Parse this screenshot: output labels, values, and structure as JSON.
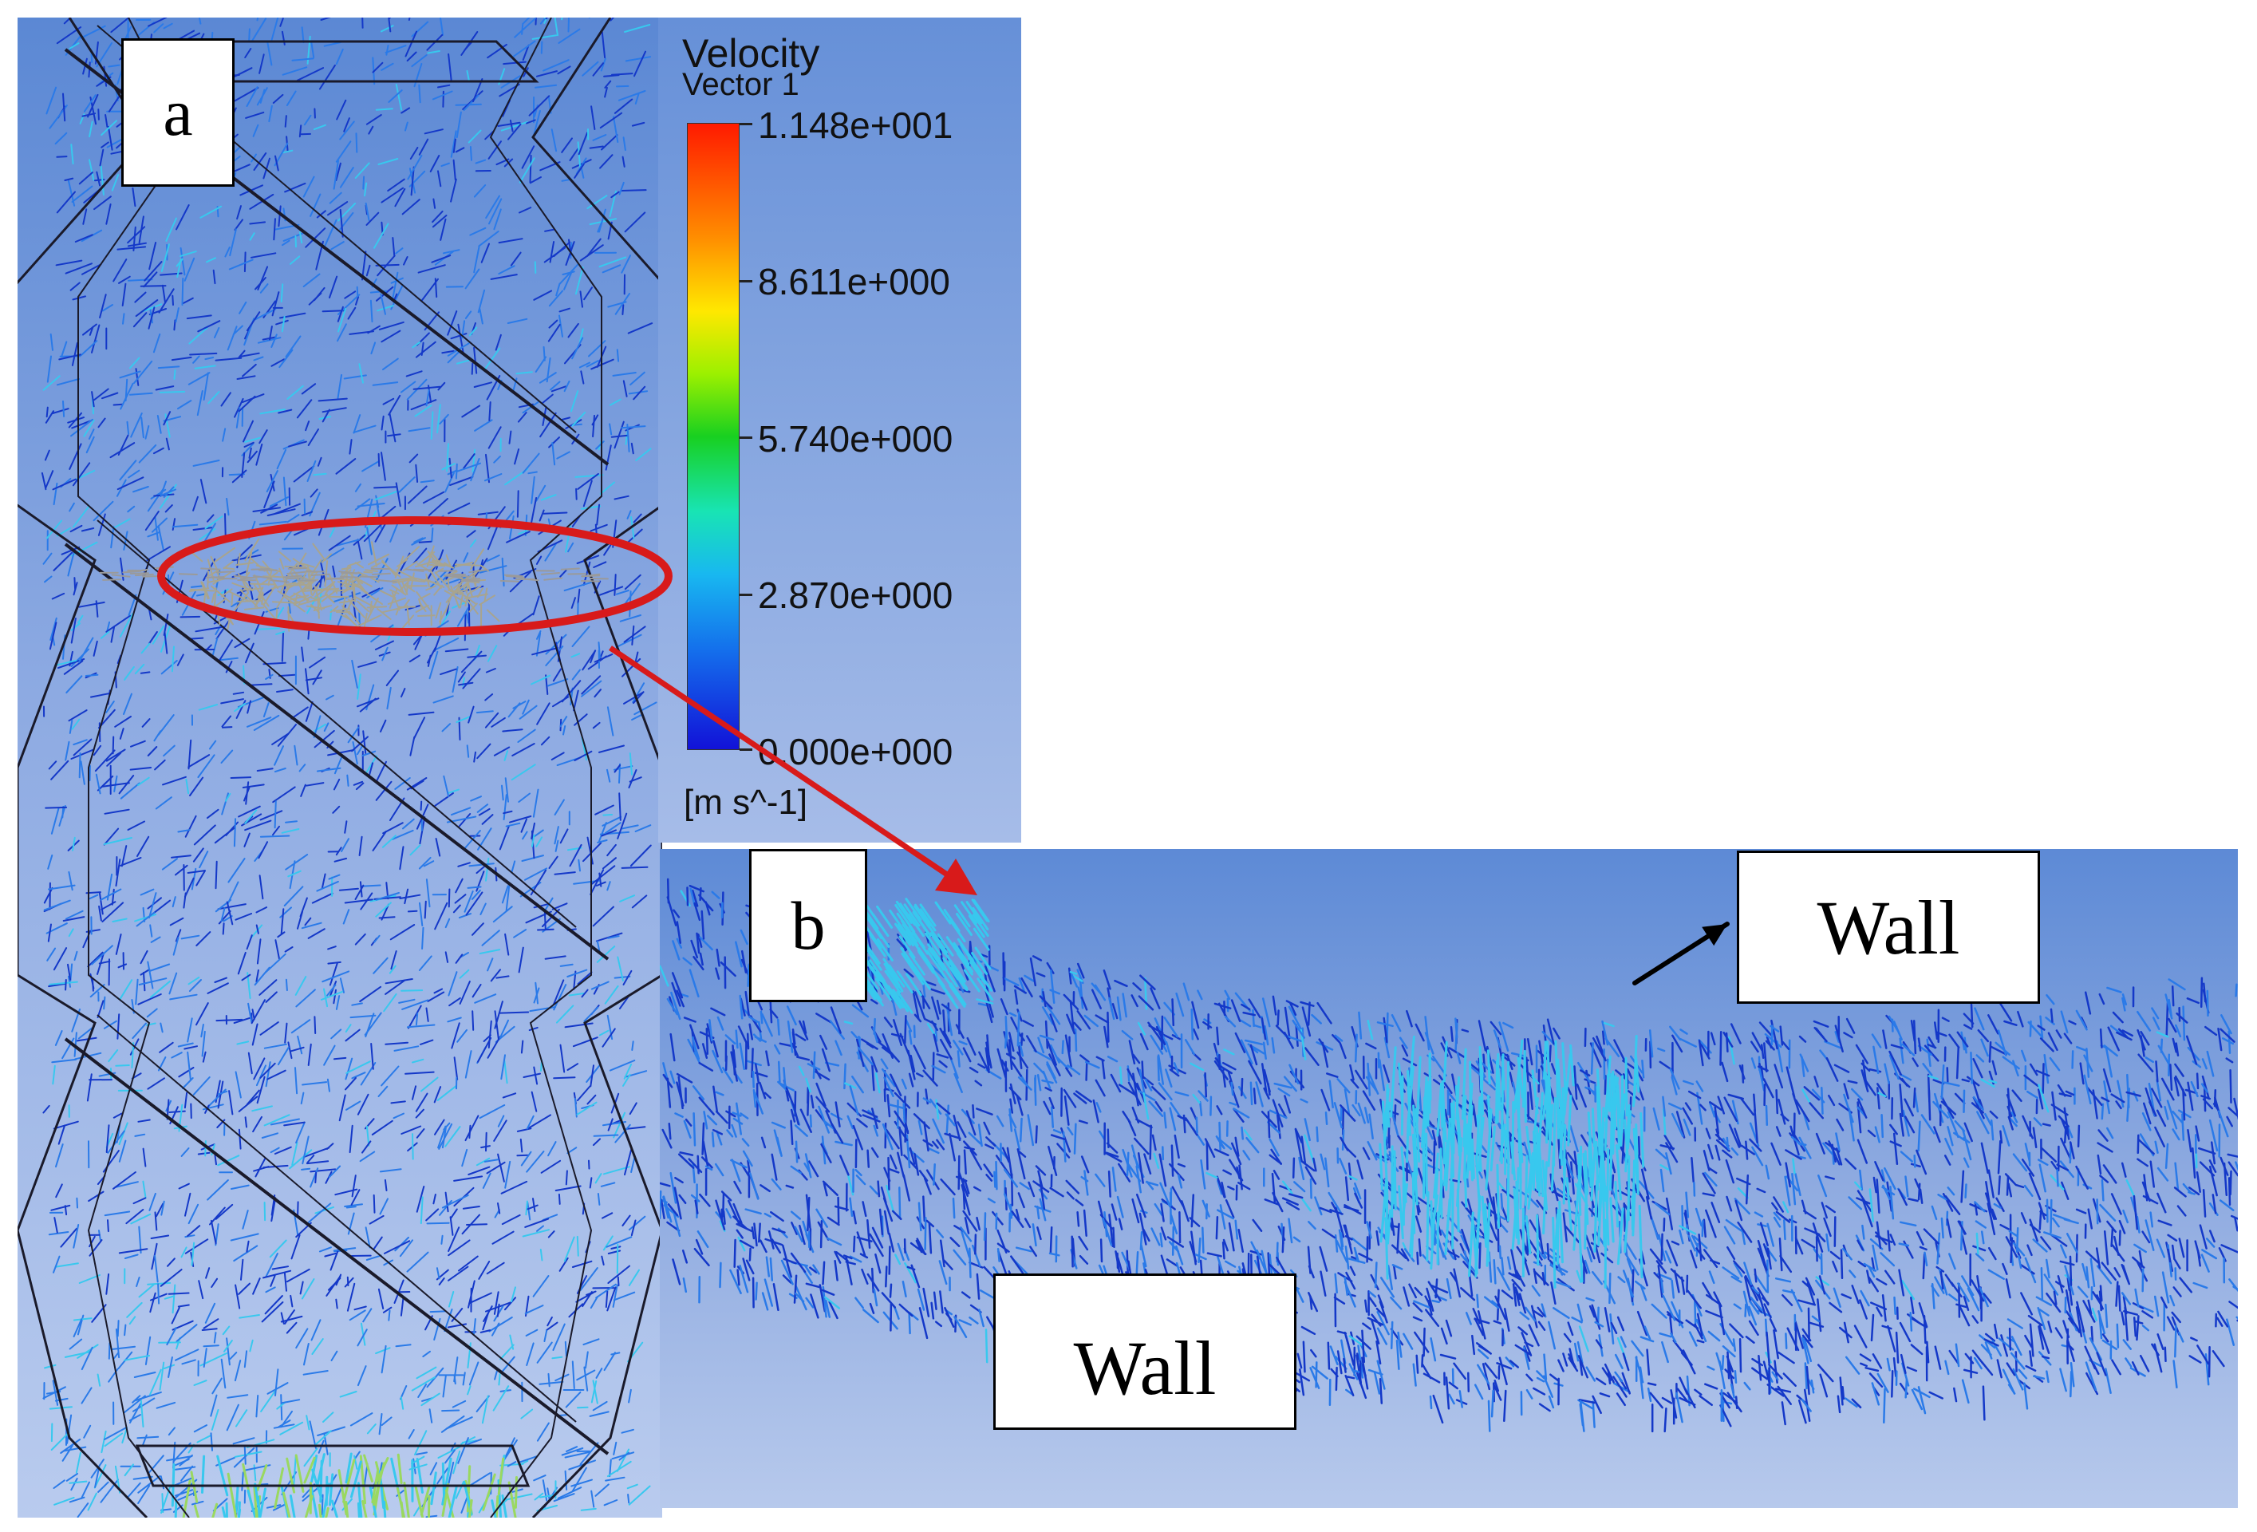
{
  "panel_a": {
    "label": "a"
  },
  "panel_b": {
    "label": "b",
    "wall_top": "Wall",
    "wall_bottom": "Wall"
  },
  "legend": {
    "title_line1": "Velocity",
    "title_line2": "Vector 1",
    "ticks": [
      "1.148e+001",
      "8.611e+000",
      "5.740e+000",
      "2.870e+000",
      "0.000e+000"
    ],
    "units": "[m s^-1]",
    "max": 11.48,
    "min": 0.0
  },
  "colors": {
    "highlight_ellipse": "#d81a1a",
    "pointer_arrow": "#d81a1a",
    "vector_dark": "#1438c8",
    "vector_mid": "#2a7ae8",
    "vector_light": "#38c8ee"
  }
}
